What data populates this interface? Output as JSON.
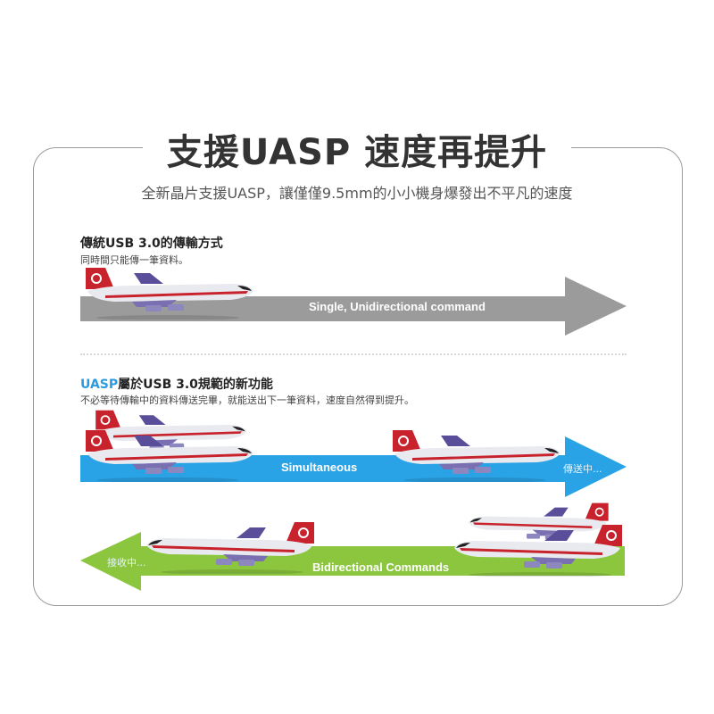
{
  "title": "支援UASP 速度再提升",
  "subtitle": "全新晶片支援UASP，讓僅僅9.5mm的小小機身爆發出不平凡的速度",
  "section1": {
    "heading": "傳統USB 3.0的傳輸方式",
    "desc": "同時間只能傳一筆資料。",
    "arrow_label": "Single, Unidirectional command"
  },
  "section2": {
    "heading_accent": "UASP",
    "heading": "屬於USB 3.0規範的新功能",
    "desc": "不必等待傳輸中的資料傳送完畢，就能送出下一筆資料，速度自然得到提升。",
    "arrow1_label": "Simultaneous",
    "arrow1_status": "傳送中...",
    "arrow2_label": "Bidirectional Commands",
    "arrow2_status": "接收中..."
  },
  "colors": {
    "gray": "#9b9b9b",
    "blue": "#29a3e6",
    "green": "#8cc63f",
    "accent": "#2a9be0"
  }
}
